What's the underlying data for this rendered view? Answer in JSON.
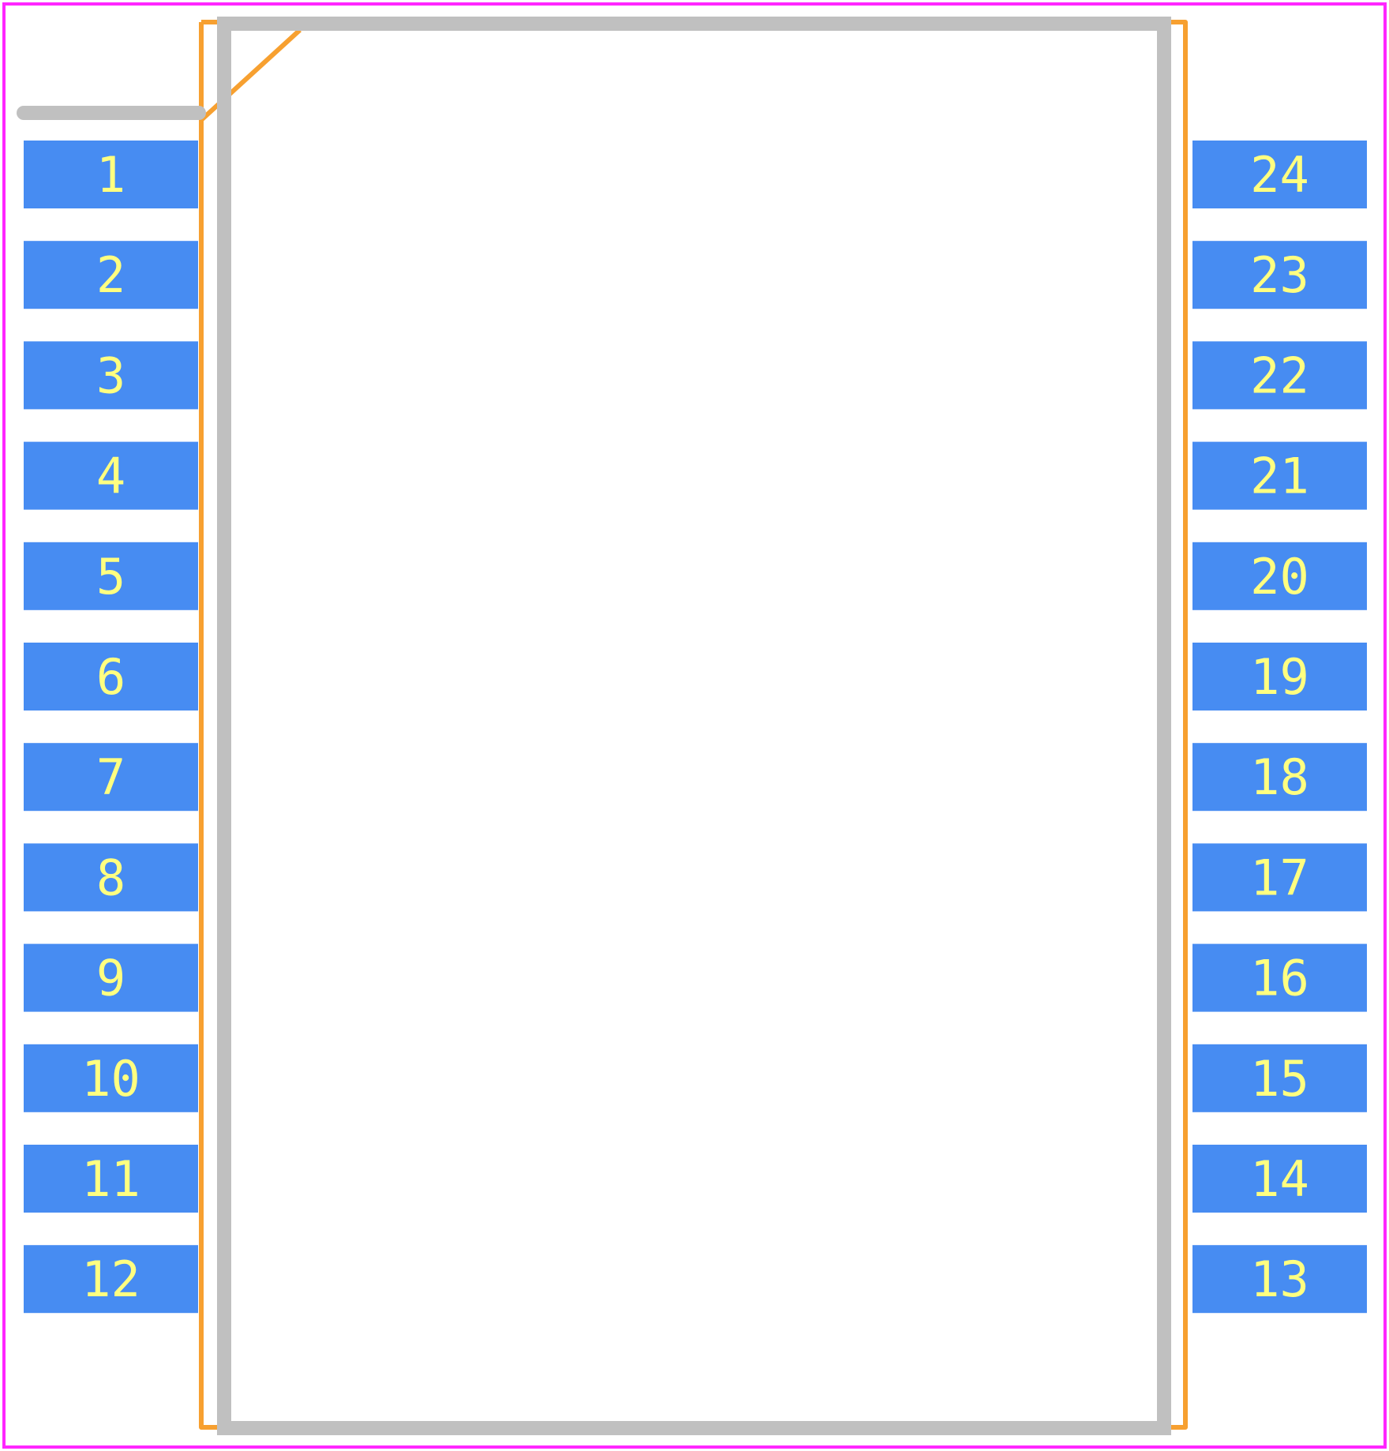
{
  "colors": {
    "background": "#ffffff",
    "boundary": "#ff26ff",
    "courtyard": "#f7a030",
    "silkscreen": "#c0c0c0",
    "pad": "#478cf2",
    "pad_label": "#ffff80"
  },
  "pads_left": [
    {
      "label": "1"
    },
    {
      "label": "2"
    },
    {
      "label": "3"
    },
    {
      "label": "4"
    },
    {
      "label": "5"
    },
    {
      "label": "6"
    },
    {
      "label": "7"
    },
    {
      "label": "8"
    },
    {
      "label": "9"
    },
    {
      "label": "10"
    },
    {
      "label": "11"
    },
    {
      "label": "12"
    }
  ],
  "pads_right": [
    {
      "label": "24"
    },
    {
      "label": "23"
    },
    {
      "label": "22"
    },
    {
      "label": "21"
    },
    {
      "label": "20"
    },
    {
      "label": "19"
    },
    {
      "label": "18"
    },
    {
      "label": "17"
    },
    {
      "label": "16"
    },
    {
      "label": "15"
    },
    {
      "label": "14"
    },
    {
      "label": "13"
    }
  ]
}
